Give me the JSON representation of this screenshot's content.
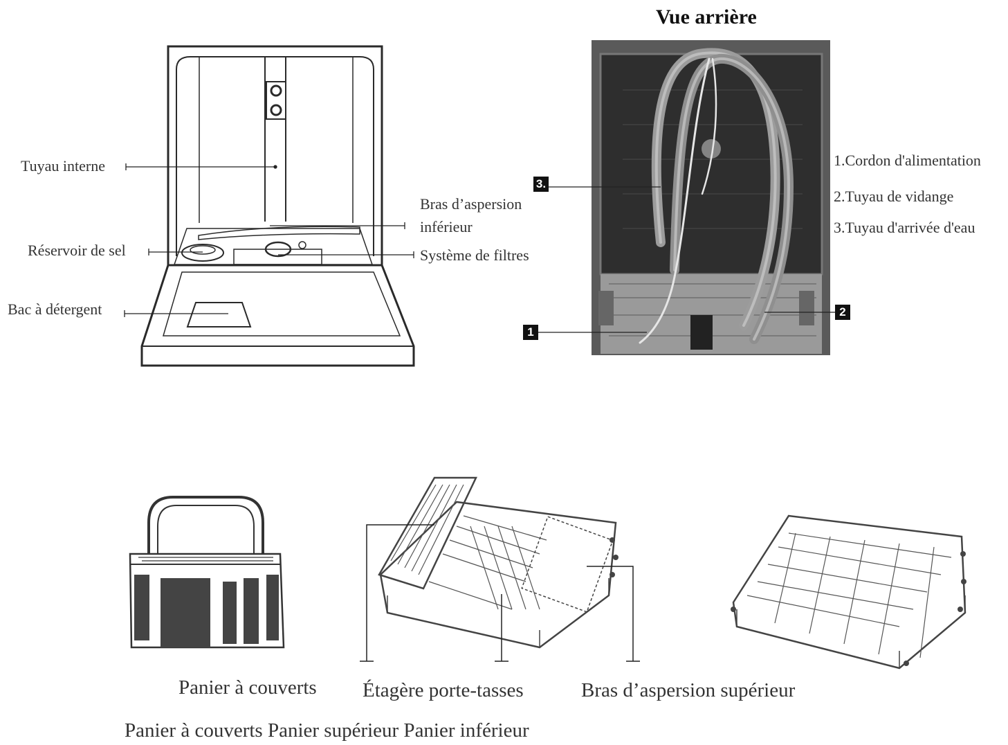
{
  "title": "Vue arrière",
  "front_labels": {
    "internal_pipe": "Tuyau interne",
    "salt_reservoir": "Réservoir de sel",
    "detergent_tray": "Bac à détergent",
    "lower_spray_arm_line1": "Bras d’aspersion",
    "lower_spray_arm_line2": "inférieur",
    "filter_system": "Système de filtres"
  },
  "rear_legend": [
    {
      "number": "1",
      "text": "1.Cordon d'alimentation"
    },
    {
      "number": "2",
      "text": "2.Tuyau de vidange"
    },
    {
      "number": "3",
      "text": "3.Tuyau d'arrivée d'eau"
    }
  ],
  "rear_badges": [
    "1",
    "2",
    "3."
  ],
  "rack_labels": {
    "cutlery_basket": "Panier à couverts",
    "cup_shelf": "Étagère  porte-tasses",
    "upper_spray_arm": "Bras d’aspersion  supérieur"
  },
  "caption": "Panier à couverts Panier supérieur Panier inférieur"
}
